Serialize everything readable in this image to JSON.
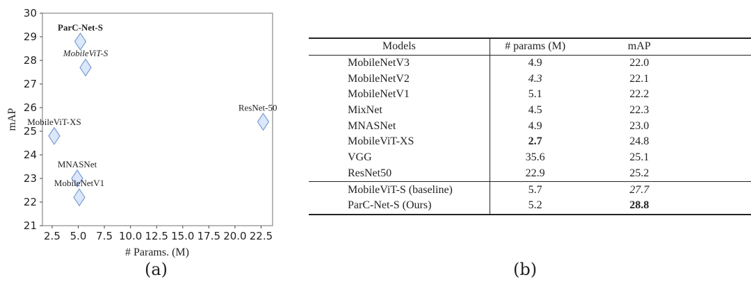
{
  "chart_data": {
    "type": "scatter",
    "xlabel": "# Params. (M)",
    "ylabel": "mAP",
    "xlim": [
      1.57,
      23.6
    ],
    "ylim": [
      21,
      30
    ],
    "xticks": [
      "2.5",
      "5.0",
      "7.5",
      "10.0",
      "12.5",
      "15.0",
      "17.5",
      "20.0",
      "22.5"
    ],
    "yticks": [
      "21",
      "22",
      "23",
      "24",
      "25",
      "26",
      "27",
      "28",
      "29",
      "30"
    ],
    "grid": false,
    "marker": "diamond",
    "marker_fill": "#dbe7fa",
    "marker_edge": "#7a9bd0",
    "points": [
      {
        "label": "ParC-Net-S",
        "x": 5.2,
        "y": 28.8,
        "style": "bold"
      },
      {
        "label": "MobileViT-S",
        "x": 5.7,
        "y": 27.7,
        "style": "italic"
      },
      {
        "label": "ResNet-50",
        "x": 22.7,
        "y": 25.4,
        "style": "normal"
      },
      {
        "label": "MobileViT-XS",
        "x": 2.7,
        "y": 24.8,
        "style": "normal"
      },
      {
        "label": "MNASNet",
        "x": 4.9,
        "y": 23.0,
        "style": "normal"
      },
      {
        "label": "MobileNetV1",
        "x": 5.1,
        "y": 22.2,
        "style": "normal"
      }
    ]
  },
  "captions": {
    "a": "(a)",
    "b": "(b)"
  },
  "table": {
    "headers": [
      "Models",
      "# params (M)",
      "mAP"
    ],
    "rows": [
      [
        "MobileNetV3",
        "4.9",
        "22.0"
      ],
      [
        "MobileNetV2",
        "4.3",
        "22.1"
      ],
      [
        "MobileNetV1",
        "5.1",
        "22.2"
      ],
      [
        "MixNet",
        "4.5",
        "22.3"
      ],
      [
        "MNASNet",
        "4.9",
        "23.0"
      ],
      [
        "MobileViT-XS",
        "2.7",
        "24.8"
      ],
      [
        "VGG",
        "35.6",
        "25.1"
      ],
      [
        "ResNet50",
        "22.9",
        "25.2"
      ],
      [
        "MobileViT-S (baseline)",
        "5.7",
        "27.7"
      ],
      [
        "ParC-Net-S (Ours)",
        "5.2",
        "28.8"
      ]
    ]
  }
}
